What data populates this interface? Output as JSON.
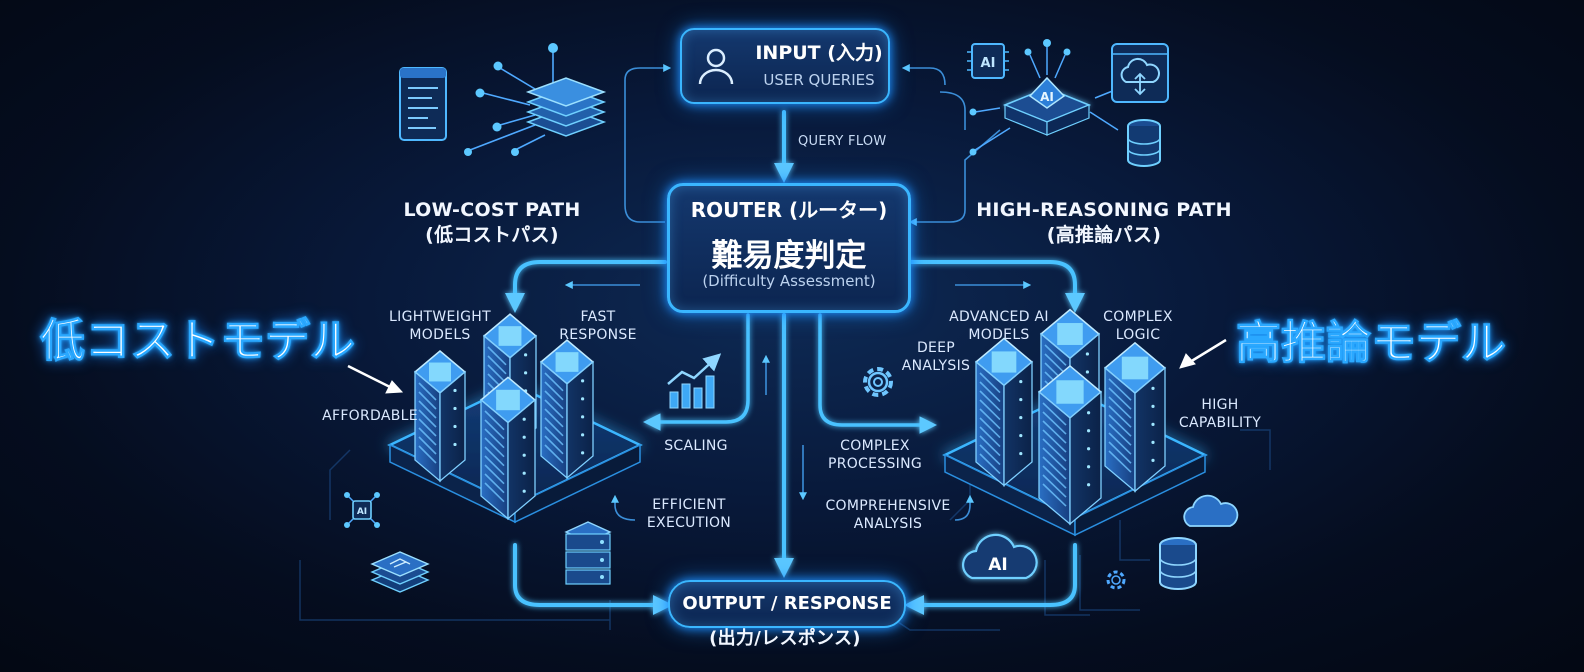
{
  "input": {
    "title": "INPUT (入力)",
    "subtitle": "USER QUERIES"
  },
  "query_flow": "QUERY FLOW",
  "router": {
    "title": "ROUTER (ルーター)",
    "main": "難易度判定",
    "sub": "(Difficulty Assessment)"
  },
  "output": {
    "title": "OUTPUT / RESPONSE",
    "subtitle": "(出力/レスポンス)"
  },
  "low_path": {
    "en": "LOW-COST PATH",
    "ja": "(低コストパス)"
  },
  "high_path": {
    "en": "HIGH-REASONING PATH",
    "ja": "(高推論パス)"
  },
  "low_model_title": "低コストモデル",
  "high_model_title": "高推論モデル",
  "low_features": {
    "lightweight": [
      "LIGHTWEIGHT",
      "MODELS"
    ],
    "fast": [
      "FAST",
      "RESPONSE"
    ],
    "affordable": "AFFORDABLE",
    "scaling": "SCALING",
    "efficient": [
      "EFFICIENT",
      "EXECUTION"
    ]
  },
  "high_features": {
    "advanced": [
      "ADVANCED AI",
      "MODELS"
    ],
    "complex_logic": [
      "COMPLEX",
      "LOGIC"
    ],
    "deep": [
      "DEEP",
      "ANALYSIS"
    ],
    "capability": [
      "HIGH",
      "CAPABILITY"
    ],
    "processing": [
      "COMPLEX",
      "PROCESSING"
    ],
    "comprehensive": [
      "COMPREHENSIVE",
      "ANALYSIS"
    ]
  },
  "icons": {
    "ai_chip": "AI",
    "ai_cloud": "AI",
    "ai_node": "AI"
  },
  "colors": {
    "accent": "#3ab6ff",
    "glow": "#1e8fff",
    "background": "#07142c"
  }
}
